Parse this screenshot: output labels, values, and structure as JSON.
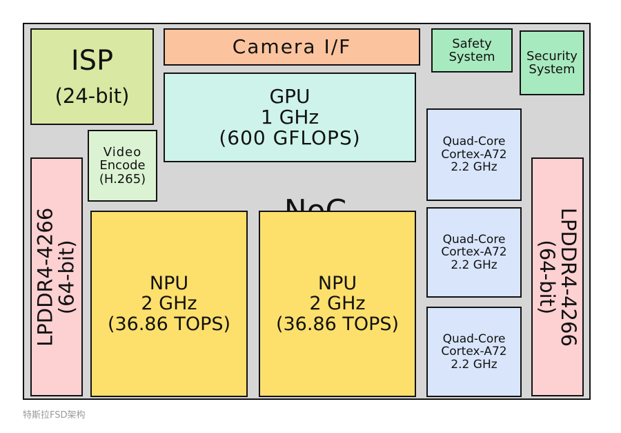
{
  "colors": {
    "background": "#d6d6d6",
    "isp": "#d9e8a2",
    "camera": "#fbc49e",
    "safety": "#a8eabf",
    "gpu": "#cdf3ea",
    "video": "#dbf3d2",
    "cpu": "#d8e5fb",
    "dram": "#fdd0d2",
    "npu": "#fde06c"
  },
  "blocks": {
    "isp": {
      "line1": "ISP",
      "line2": "(24-bit)"
    },
    "camera": {
      "label": "Camera I/F"
    },
    "safety": {
      "line1": "Safety",
      "line2": "System"
    },
    "security": {
      "line1": "Security",
      "line2": "System"
    },
    "gpu": {
      "line1": "GPU",
      "line2": "1 GHz",
      "line3": "(600 GFLOPS)"
    },
    "video": {
      "line1": "Video",
      "line2": "Encode",
      "line3": "(H.265)"
    },
    "noc": {
      "label": "NoC"
    },
    "cpus": [
      {
        "line1": "Quad-Core",
        "line2": "Cortex-A72",
        "line3": "2.2 GHz"
      },
      {
        "line1": "Quad-Core",
        "line2": "Cortex-A72",
        "line3": "2.2 GHz"
      },
      {
        "line1": "Quad-Core",
        "line2": "Cortex-A72",
        "line3": "2.2 GHz"
      }
    ],
    "npus": [
      {
        "line1": "NPU",
        "line2": "2 GHz",
        "line3": "(36.86 TOPS)"
      },
      {
        "line1": "NPU",
        "line2": "2 GHz",
        "line3": "(36.86 TOPS)"
      }
    ],
    "dram_left": {
      "line1": "LPDDR4-4266",
      "line2": "(64-bit)"
    },
    "dram_right": {
      "line1": "LPDDR4-4266",
      "line2": "(64-bit)"
    }
  },
  "caption": "特斯拉FSD架构"
}
